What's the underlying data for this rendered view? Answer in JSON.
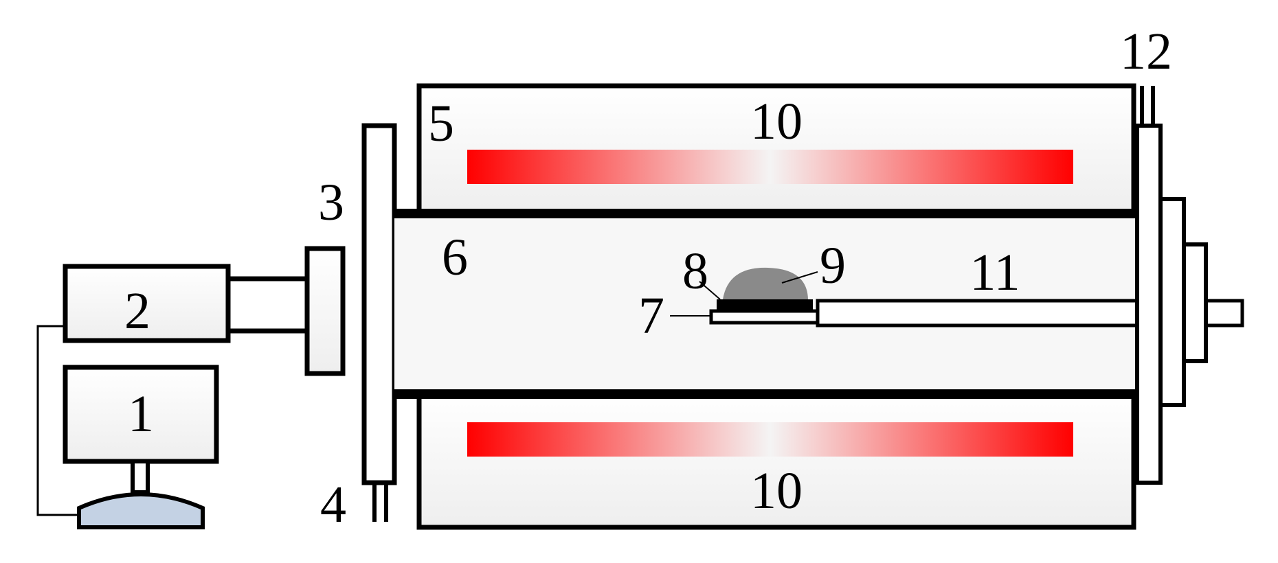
{
  "diagram": {
    "labels": {
      "l1": "1",
      "l2": "2",
      "l3": "3",
      "l4": "4",
      "l5": "5",
      "l6": "6",
      "l7": "7",
      "l8": "8",
      "l9": "9",
      "l10_top": "10",
      "l10_bottom": "10",
      "l11": "11",
      "l12": "12"
    },
    "colors": {
      "heater": "#ff0000",
      "heater_center": "#f4f4f4",
      "sample": "#8a8a8a",
      "stand": "#c4d2e4",
      "outline": "#000000"
    }
  }
}
